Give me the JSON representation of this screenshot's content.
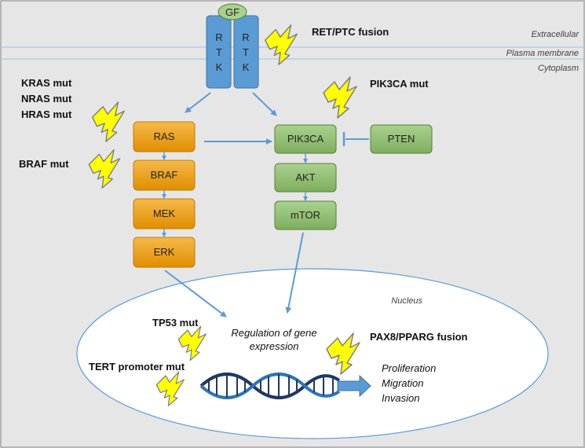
{
  "regions": {
    "extracellular": "Extracellular",
    "plasma_membrane": "Plasma membrane",
    "cytoplasm": "Cytoplasm",
    "nucleus": "Nucleus"
  },
  "receptor": {
    "ligand": "GF",
    "left_letters": [
      "R",
      "T",
      "K"
    ],
    "right_letters": [
      "R",
      "T",
      "K"
    ]
  },
  "mapk_pathway": [
    "RAS",
    "BRAF",
    "MEK",
    "ERK"
  ],
  "pi3k_pathway": [
    "PIK3CA",
    "AKT",
    "mTOR"
  ],
  "inhibitor": "PTEN",
  "mutations": {
    "ret_ptc": "RET/PTC fusion",
    "pik3ca": "PIK3CA mut",
    "kras": "KRAS mut",
    "nras": "NRAS mut",
    "hras": "HRAS mut",
    "braf": "BRAF mut",
    "tp53": "TP53 mut",
    "tert": "TERT promoter mut",
    "pax8": "PAX8/PPARG fusion"
  },
  "nucleus_text": {
    "regulation_line1": "Regulation of gene",
    "regulation_line2": "expression"
  },
  "outcomes": [
    "Proliferation",
    "Migration",
    "Invasion"
  ],
  "colors": {
    "background": "#e7e6e6",
    "receptor": "#5b9bd5",
    "ligand": "#a9d18e",
    "mapk_box": "#f0a30a",
    "pi3k_box": "#8fbc6a",
    "arrow": "#5b9bd5",
    "bolt": "#ffff00",
    "dna": "#1f3864"
  }
}
